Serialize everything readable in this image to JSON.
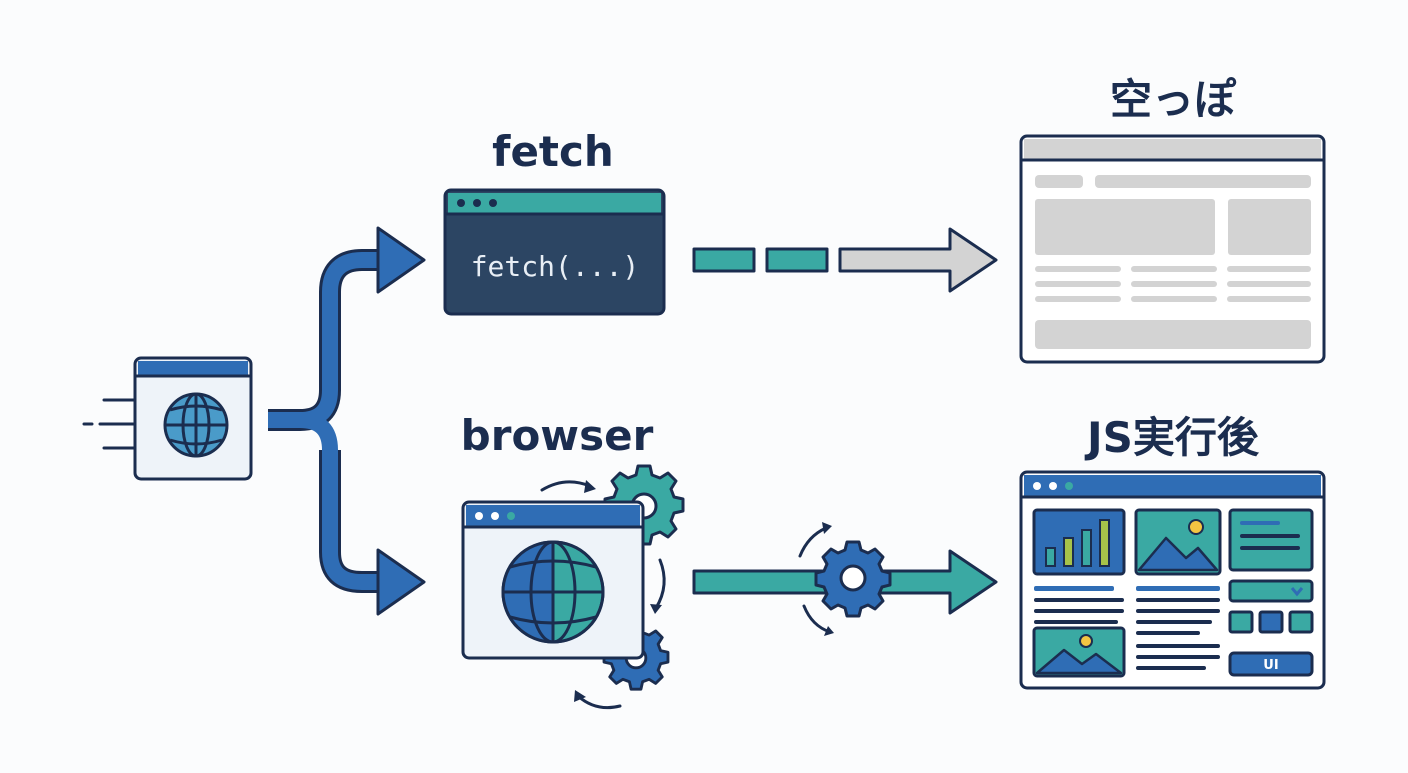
{
  "labels": {
    "fetch_title": "fetch",
    "browser_title": "browser",
    "empty_title": "空っぽ",
    "rendered_title": "JS実行後",
    "fetch_code": "fetch(...)",
    "ui_badge": "UI"
  },
  "colors": {
    "navy": "#1b2d4f",
    "blue": "#2f6db5",
    "teal": "#3aa9a3",
    "dark_panel": "#2c4563",
    "gray": "#d3d3d3",
    "window_bg": "#eef3f9"
  },
  "icons": {
    "source": "globe-icon",
    "fetch_panel": "code-window-icon",
    "browser": "globe-icon",
    "process": "gear-icon"
  }
}
